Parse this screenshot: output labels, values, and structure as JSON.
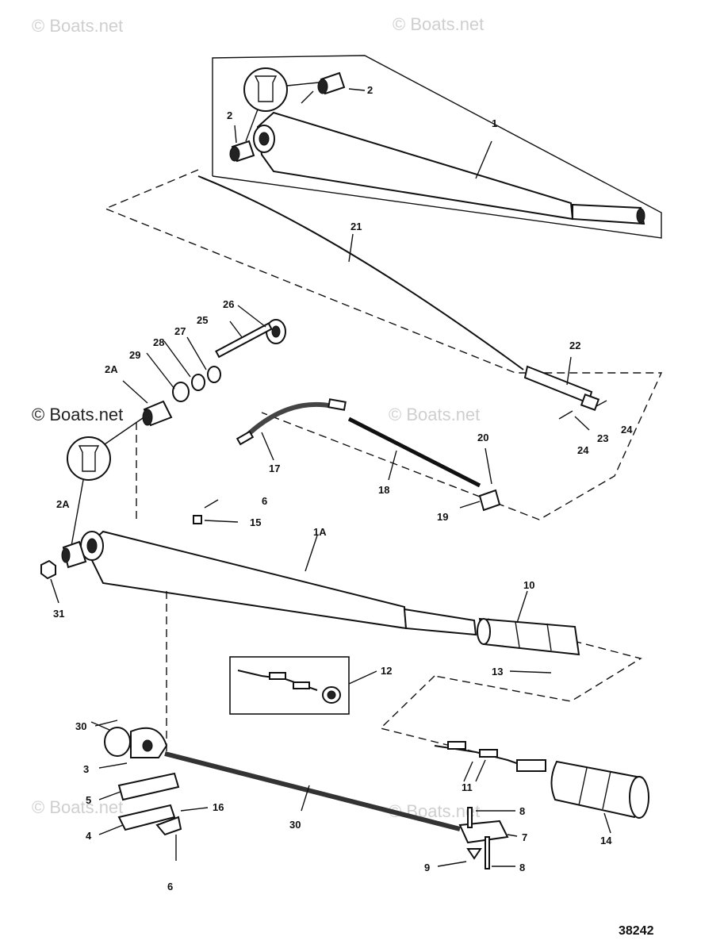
{
  "figure_number": "38242",
  "watermarks": {
    "main": "© Boats.net",
    "faint": "© Boats.net"
  },
  "callouts": {
    "c1": "1",
    "c1a": "1A",
    "c2a": "2",
    "c2b": "2",
    "c2A_a": "2A",
    "c2A_b": "2A",
    "c3": "3",
    "c4": "4",
    "c5": "5",
    "c6a": "6",
    "c6b": "6",
    "c7": "7",
    "c8a": "8",
    "c8b": "8",
    "c9": "9",
    "c10": "10",
    "c11": "11",
    "c12": "12",
    "c13": "13",
    "c14": "14",
    "c15": "15",
    "c16": "16",
    "c17": "17",
    "c18": "18",
    "c19": "19",
    "c20": "20",
    "c21": "21",
    "c22": "22",
    "c23": "23",
    "c24a": "24",
    "c24b": "24",
    "c25": "25",
    "c26": "26",
    "c27": "27",
    "c28": "28",
    "c29": "29",
    "c30a": "30",
    "c30b": "30",
    "c31": "31"
  }
}
